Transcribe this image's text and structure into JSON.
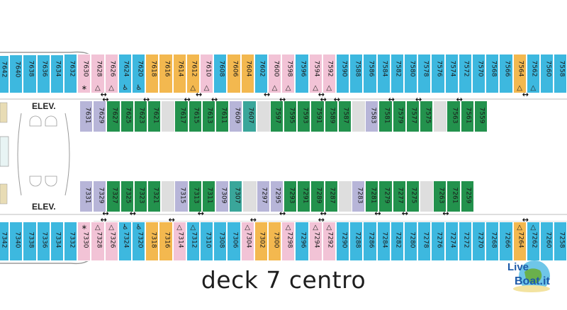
{
  "title": "deck 7 centro",
  "labels": {
    "elev_top": "ELEV.",
    "elev_bottom": "ELEV."
  },
  "logo_text": {
    "line1": "Live",
    "line2": "Boat.it"
  },
  "symbols": {
    "connector": "↔",
    "accessible": "♿",
    "triangle": "△",
    "star": "∗"
  },
  "colors": {
    "blue": "#3db8df",
    "pink": "#f2c3d6",
    "orange": "#f3b84f",
    "green": "#23924d",
    "lavender": "#b7b5d8",
    "teal": "#3aa69a",
    "gray": "#dedede",
    "hull": "#9a9a9a"
  },
  "rows": {
    "top_outer": [
      {
        "n": "7642",
        "c": "blue"
      },
      {
        "n": "7640",
        "c": "blue"
      },
      {
        "n": "7638",
        "c": "blue"
      },
      {
        "n": "7636",
        "c": "blue"
      },
      {
        "n": "7634",
        "c": "blue"
      },
      {
        "n": "7632",
        "c": "blue"
      },
      {
        "n": "7630",
        "c": "pink",
        "s": "star"
      },
      {
        "n": "7628",
        "c": "pink",
        "s": "triangle"
      },
      {
        "n": "7626",
        "c": "pink",
        "s": "triangle"
      },
      {
        "n": "7624",
        "c": "blue",
        "s": "accessible"
      },
      {
        "n": "7620",
        "c": "blue",
        "s": "accessible"
      },
      {
        "n": "7618",
        "c": "orange"
      },
      {
        "n": "7616",
        "c": "orange"
      },
      {
        "n": "7614",
        "c": "orange"
      },
      {
        "n": "7612",
        "c": "orange",
        "s": "triangle"
      },
      {
        "n": "7610",
        "c": "pink",
        "s": "triangle"
      },
      {
        "n": "7608",
        "c": "blue"
      },
      {
        "n": "7606",
        "c": "orange"
      },
      {
        "n": "7604",
        "c": "orange"
      },
      {
        "n": "7602",
        "c": "blue"
      },
      {
        "n": "7600",
        "c": "pink",
        "s": "triangle"
      },
      {
        "n": "7598",
        "c": "pink",
        "s": "triangle"
      },
      {
        "n": "7596",
        "c": "blue"
      },
      {
        "n": "7594",
        "c": "pink",
        "s": "triangle"
      },
      {
        "n": "7592",
        "c": "pink",
        "s": "triangle"
      },
      {
        "n": "7590",
        "c": "blue"
      },
      {
        "n": "7588",
        "c": "blue"
      },
      {
        "n": "7586",
        "c": "blue"
      },
      {
        "n": "7584",
        "c": "blue"
      },
      {
        "n": "7582",
        "c": "blue"
      },
      {
        "n": "7580",
        "c": "blue"
      },
      {
        "n": "7578",
        "c": "blue"
      },
      {
        "n": "7576",
        "c": "blue"
      },
      {
        "n": "7574",
        "c": "blue"
      },
      {
        "n": "7572",
        "c": "blue"
      },
      {
        "n": "7570",
        "c": "blue"
      },
      {
        "n": "7568",
        "c": "blue"
      },
      {
        "n": "7566",
        "c": "blue"
      },
      {
        "n": "7564",
        "c": "orange",
        "s": "triangle"
      },
      {
        "n": "7562",
        "c": "blue",
        "s": "triangle"
      },
      {
        "n": "7560",
        "c": "blue"
      },
      {
        "n": "7558",
        "c": "blue"
      }
    ],
    "top_inner": [
      {
        "n": "7631",
        "c": "lavender"
      },
      {
        "n": "7629",
        "c": "lavender"
      },
      {
        "n": "7627",
        "c": "green"
      },
      {
        "n": "7625",
        "c": "green"
      },
      {
        "n": "7623",
        "c": "green"
      },
      {
        "n": "7621",
        "c": "green"
      },
      {
        "n": "",
        "c": "gray"
      },
      {
        "n": "7617",
        "c": "green"
      },
      {
        "n": "7615",
        "c": "green"
      },
      {
        "n": "7613",
        "c": "green"
      },
      {
        "n": "7611",
        "c": "green"
      },
      {
        "n": "7609",
        "c": "lavender"
      },
      {
        "n": "7607",
        "c": "teal"
      },
      {
        "n": "",
        "c": "gray"
      },
      {
        "n": "7597",
        "c": "green"
      },
      {
        "n": "7595",
        "c": "green"
      },
      {
        "n": "7593",
        "c": "green"
      },
      {
        "n": "7591",
        "c": "green"
      },
      {
        "n": "7589",
        "c": "green"
      },
      {
        "n": "7587",
        "c": "green"
      },
      {
        "n": "",
        "c": "gray"
      },
      {
        "n": "7583",
        "c": "lavender"
      },
      {
        "n": "7581",
        "c": "green"
      },
      {
        "n": "7579",
        "c": "green"
      },
      {
        "n": "7577",
        "c": "green"
      },
      {
        "n": "7575",
        "c": "green"
      },
      {
        "n": "",
        "c": "gray"
      },
      {
        "n": "7563",
        "c": "green"
      },
      {
        "n": "7561",
        "c": "green"
      },
      {
        "n": "7559",
        "c": "green"
      }
    ],
    "bottom_inner": [
      {
        "n": "7331",
        "c": "lavender"
      },
      {
        "n": "7329",
        "c": "lavender"
      },
      {
        "n": "7327",
        "c": "green"
      },
      {
        "n": "7325",
        "c": "green"
      },
      {
        "n": "7323",
        "c": "green"
      },
      {
        "n": "7321",
        "c": "green"
      },
      {
        "n": "",
        "c": "gray"
      },
      {
        "n": "7315",
        "c": "lavender"
      },
      {
        "n": "7313",
        "c": "green"
      },
      {
        "n": "7311",
        "c": "green"
      },
      {
        "n": "7309",
        "c": "lavender"
      },
      {
        "n": "7307",
        "c": "teal"
      },
      {
        "n": "",
        "c": "gray"
      },
      {
        "n": "7297",
        "c": "lavender"
      },
      {
        "n": "7295",
        "c": "lavender"
      },
      {
        "n": "7293",
        "c": "green"
      },
      {
        "n": "7291",
        "c": "green"
      },
      {
        "n": "7289",
        "c": "green"
      },
      {
        "n": "7287",
        "c": "green"
      },
      {
        "n": "",
        "c": "gray"
      },
      {
        "n": "7283",
        "c": "lavender"
      },
      {
        "n": "7281",
        "c": "green"
      },
      {
        "n": "7279",
        "c": "green"
      },
      {
        "n": "7277",
        "c": "green"
      },
      {
        "n": "7275",
        "c": "green"
      },
      {
        "n": "",
        "c": "gray"
      },
      {
        "n": "7263",
        "c": "green"
      },
      {
        "n": "7261",
        "c": "green"
      },
      {
        "n": "7259",
        "c": "green"
      }
    ],
    "bottom_outer": [
      {
        "n": "7342",
        "c": "blue"
      },
      {
        "n": "7340",
        "c": "blue"
      },
      {
        "n": "7338",
        "c": "blue"
      },
      {
        "n": "7336",
        "c": "blue"
      },
      {
        "n": "7334",
        "c": "blue"
      },
      {
        "n": "7332",
        "c": "blue"
      },
      {
        "n": "7330",
        "c": "pink",
        "s": "star"
      },
      {
        "n": "7328",
        "c": "pink",
        "s": "triangle"
      },
      {
        "n": "7326",
        "c": "pink",
        "s": "triangle"
      },
      {
        "n": "7324",
        "c": "blue",
        "s": "accessible"
      },
      {
        "n": "7320",
        "c": "blue",
        "s": "accessible"
      },
      {
        "n": "7318",
        "c": "orange"
      },
      {
        "n": "7316",
        "c": "orange"
      },
      {
        "n": "7314",
        "c": "pink",
        "s": "triangle"
      },
      {
        "n": "7312",
        "c": "blue",
        "s": "triangle"
      },
      {
        "n": "7310",
        "c": "blue"
      },
      {
        "n": "7308",
        "c": "blue"
      },
      {
        "n": "7306",
        "c": "blue"
      },
      {
        "n": "7304",
        "c": "pink",
        "s": "triangle"
      },
      {
        "n": "7302",
        "c": "orange"
      },
      {
        "n": "7300",
        "c": "orange"
      },
      {
        "n": "7298",
        "c": "pink",
        "s": "triangle"
      },
      {
        "n": "7296",
        "c": "blue"
      },
      {
        "n": "7294",
        "c": "pink",
        "s": "triangle"
      },
      {
        "n": "7292",
        "c": "pink",
        "s": "triangle"
      },
      {
        "n": "7290",
        "c": "blue"
      },
      {
        "n": "7288",
        "c": "blue"
      },
      {
        "n": "7286",
        "c": "blue"
      },
      {
        "n": "7284",
        "c": "blue"
      },
      {
        "n": "7282",
        "c": "blue"
      },
      {
        "n": "7280",
        "c": "blue"
      },
      {
        "n": "7278",
        "c": "blue"
      },
      {
        "n": "7276",
        "c": "blue"
      },
      {
        "n": "7274",
        "c": "blue"
      },
      {
        "n": "7272",
        "c": "blue"
      },
      {
        "n": "7270",
        "c": "blue"
      },
      {
        "n": "7268",
        "c": "blue"
      },
      {
        "n": "7266",
        "c": "blue"
      },
      {
        "n": "7264",
        "c": "orange",
        "s": "triangle"
      },
      {
        "n": "7262",
        "c": "blue",
        "s": "triangle"
      },
      {
        "n": "7260",
        "c": "blue"
      },
      {
        "n": "7258",
        "c": "blue"
      }
    ]
  },
  "connectors": {
    "top_outer": [
      "7628-7626",
      "7612-7610",
      "7602-7600",
      "7594-7592",
      "7564-7562"
    ],
    "top_inner": [
      "7629-7627",
      "7623-7621",
      "7617-7615",
      "7613-7611",
      "7597-7595",
      "7591-7589",
      "7589-7587",
      "7581-7579",
      "7577-7575",
      "7563-7561"
    ],
    "bottom_inner": [
      "7329-7327",
      "7325-7323",
      "7313-7311",
      "7295-7293",
      "7289-7287",
      "7281-7279",
      "7277-7275",
      "7263-7261"
    ],
    "bottom_outer": [
      "7328-7326",
      "7316-7314",
      "7304-7302",
      "7294-7292",
      "7264-7262"
    ]
  }
}
